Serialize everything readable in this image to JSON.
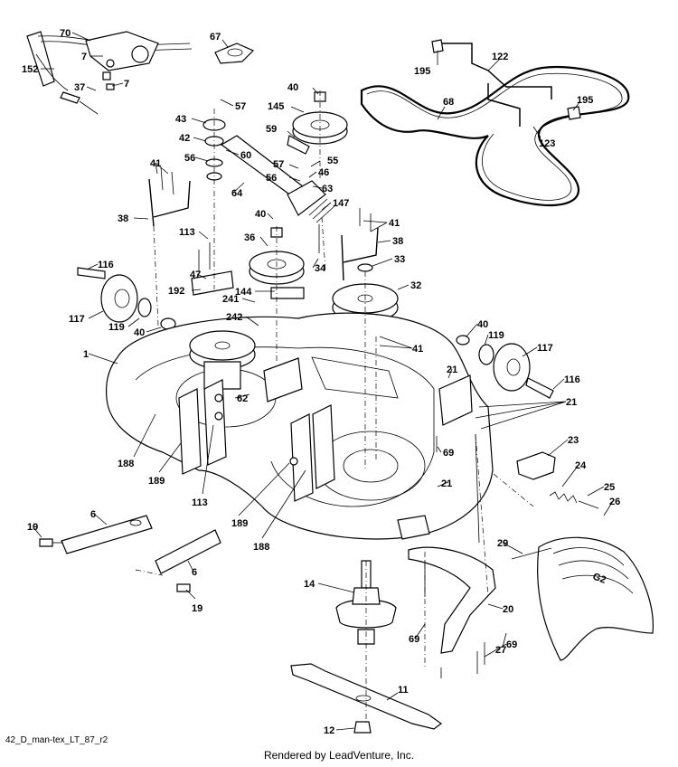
{
  "diagram": {
    "drawing_id": "42_D_man-tex_LT_87_r2",
    "footer": "Rendered by LeadVenture, Inc.",
    "callouts": [
      {
        "id": "c70",
        "text": "70"
      },
      {
        "id": "c67",
        "text": "67"
      },
      {
        "id": "c7a",
        "text": "7"
      },
      {
        "id": "c152",
        "text": "152"
      },
      {
        "id": "c7b",
        "text": "7"
      },
      {
        "id": "c37",
        "text": "37"
      },
      {
        "id": "c195a",
        "text": "195"
      },
      {
        "id": "c122",
        "text": "122"
      },
      {
        "id": "c68",
        "text": "68"
      },
      {
        "id": "c195b",
        "text": "195"
      },
      {
        "id": "c123",
        "text": "123"
      },
      {
        "id": "c40a",
        "text": "40"
      },
      {
        "id": "c57a",
        "text": "57"
      },
      {
        "id": "c145",
        "text": "145"
      },
      {
        "id": "c43",
        "text": "43"
      },
      {
        "id": "c59",
        "text": "59"
      },
      {
        "id": "c42",
        "text": "42"
      },
      {
        "id": "c60",
        "text": "60"
      },
      {
        "id": "c56a",
        "text": "56"
      },
      {
        "id": "c57b",
        "text": "57"
      },
      {
        "id": "c55",
        "text": "55"
      },
      {
        "id": "c56b",
        "text": "56"
      },
      {
        "id": "c46",
        "text": "46"
      },
      {
        "id": "c41a",
        "text": "41"
      },
      {
        "id": "c64",
        "text": "64"
      },
      {
        "id": "c63",
        "text": "63"
      },
      {
        "id": "c147",
        "text": "147"
      },
      {
        "id": "c38a",
        "text": "38"
      },
      {
        "id": "c40b",
        "text": "40"
      },
      {
        "id": "c41b",
        "text": "41"
      },
      {
        "id": "c113a",
        "text": "113"
      },
      {
        "id": "c36",
        "text": "36"
      },
      {
        "id": "c38b",
        "text": "38"
      },
      {
        "id": "c116a",
        "text": "116"
      },
      {
        "id": "c33",
        "text": "33"
      },
      {
        "id": "c47",
        "text": "47"
      },
      {
        "id": "c34",
        "text": "34"
      },
      {
        "id": "c192",
        "text": "192"
      },
      {
        "id": "c144",
        "text": "144"
      },
      {
        "id": "c32",
        "text": "32"
      },
      {
        "id": "c241",
        "text": "241"
      },
      {
        "id": "c117a",
        "text": "117"
      },
      {
        "id": "c119a",
        "text": "119"
      },
      {
        "id": "c242",
        "text": "242"
      },
      {
        "id": "c40c",
        "text": "40"
      },
      {
        "id": "c40d",
        "text": "40"
      },
      {
        "id": "c119b",
        "text": "119"
      },
      {
        "id": "c41c",
        "text": "41"
      },
      {
        "id": "c117b",
        "text": "117"
      },
      {
        "id": "c1",
        "text": "1"
      },
      {
        "id": "c21a",
        "text": "21"
      },
      {
        "id": "c116b",
        "text": "116"
      },
      {
        "id": "c62",
        "text": "62"
      },
      {
        "id": "c21b",
        "text": "21"
      },
      {
        "id": "c23",
        "text": "23"
      },
      {
        "id": "c69a",
        "text": "69"
      },
      {
        "id": "c188a",
        "text": "188"
      },
      {
        "id": "c189a",
        "text": "189"
      },
      {
        "id": "c21c",
        "text": "21"
      },
      {
        "id": "c24",
        "text": "24"
      },
      {
        "id": "c113b",
        "text": "113"
      },
      {
        "id": "c25",
        "text": "25"
      },
      {
        "id": "c26",
        "text": "26"
      },
      {
        "id": "c6a",
        "text": "6"
      },
      {
        "id": "c19a",
        "text": "19"
      },
      {
        "id": "c189b",
        "text": "189"
      },
      {
        "id": "c188b",
        "text": "188"
      },
      {
        "id": "c29",
        "text": "29"
      },
      {
        "id": "c6b",
        "text": "6"
      },
      {
        "id": "c14",
        "text": "14"
      },
      {
        "id": "c20",
        "text": "20"
      },
      {
        "id": "c19b",
        "text": "19"
      },
      {
        "id": "c69b",
        "text": "69"
      },
      {
        "id": "c69c",
        "text": "69"
      },
      {
        "id": "c27",
        "text": "27"
      },
      {
        "id": "c11",
        "text": "11"
      },
      {
        "id": "c12",
        "text": "12"
      }
    ]
  }
}
